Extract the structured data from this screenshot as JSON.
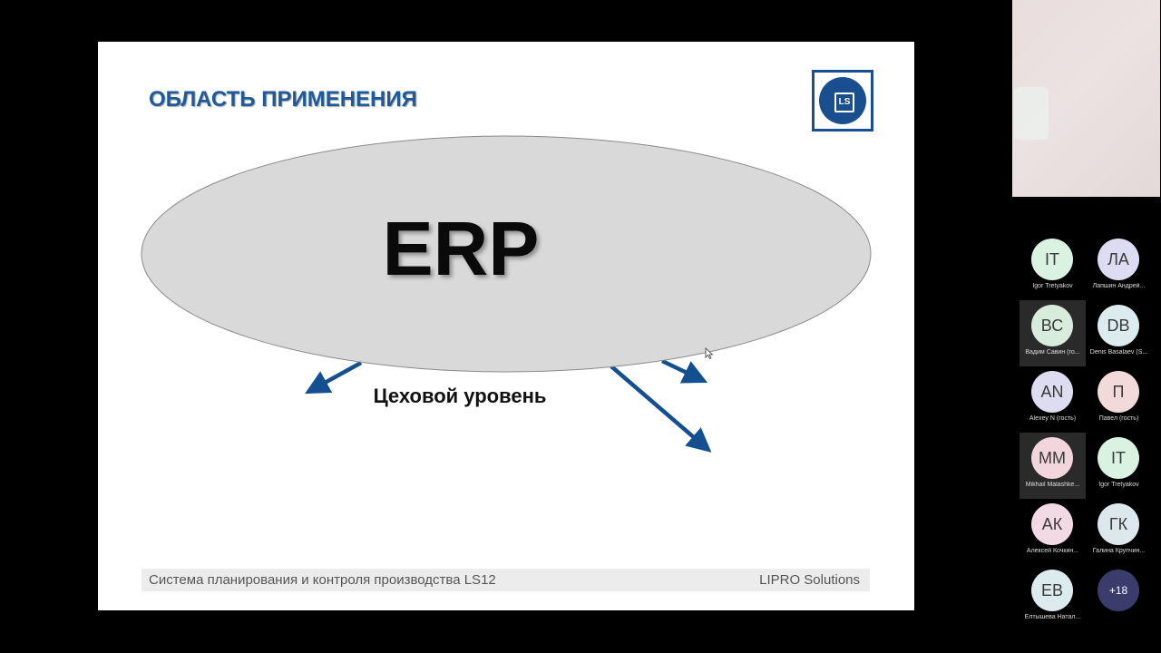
{
  "slide": {
    "title": "ОБЛАСТЬ ПРИМЕНЕНИЯ",
    "logo_text": "LS",
    "ellipse_label": "ERP",
    "shop_label": "Цеховой уровень",
    "footer_left": "Система планирования и контроля производства LS12",
    "footer_right": "LIPRO Solutions"
  },
  "colors": {
    "title": "#1f5a9a",
    "arrow": "#144f8f",
    "ellipse_fill": "#d9d9d9",
    "more_badge": "#3a3d6b"
  },
  "participants": [
    {
      "initials": "IT",
      "name": "Igor Tretyakov",
      "color": "#d9f2e2",
      "active": false
    },
    {
      "initials": "ЛА",
      "name": "Лапшин Андрей...",
      "color": "#dcdcf2",
      "active": false
    },
    {
      "initials": "ВС",
      "name": "Вадим Савин (го...",
      "color": "#d7ecdc",
      "active": true
    },
    {
      "initials": "DB",
      "name": "Denis Basalaev (S...",
      "color": "#dcecee",
      "active": false
    },
    {
      "initials": "AN",
      "name": "Alexey N (гость)",
      "color": "#dedcf0",
      "active": false
    },
    {
      "initials": "П",
      "name": "Павел (гость)",
      "color": "#f2dada",
      "active": false
    },
    {
      "initials": "MM",
      "name": "Mikhail Malashke...",
      "color": "#f2d6dc",
      "active": true
    },
    {
      "initials": "IT",
      "name": "Igor Tretyakov",
      "color": "#d9f2e2",
      "active": false
    },
    {
      "initials": "АК",
      "name": "Алексей Кочкин...",
      "color": "#f2dae4",
      "active": false
    },
    {
      "initials": "ГК",
      "name": "Галина Крупчин...",
      "color": "#dce8ec",
      "active": false
    },
    {
      "initials": "ЕВ",
      "name": "Елтышева Натал...",
      "color": "#dcecee",
      "active": false
    }
  ],
  "more_count": "+18"
}
